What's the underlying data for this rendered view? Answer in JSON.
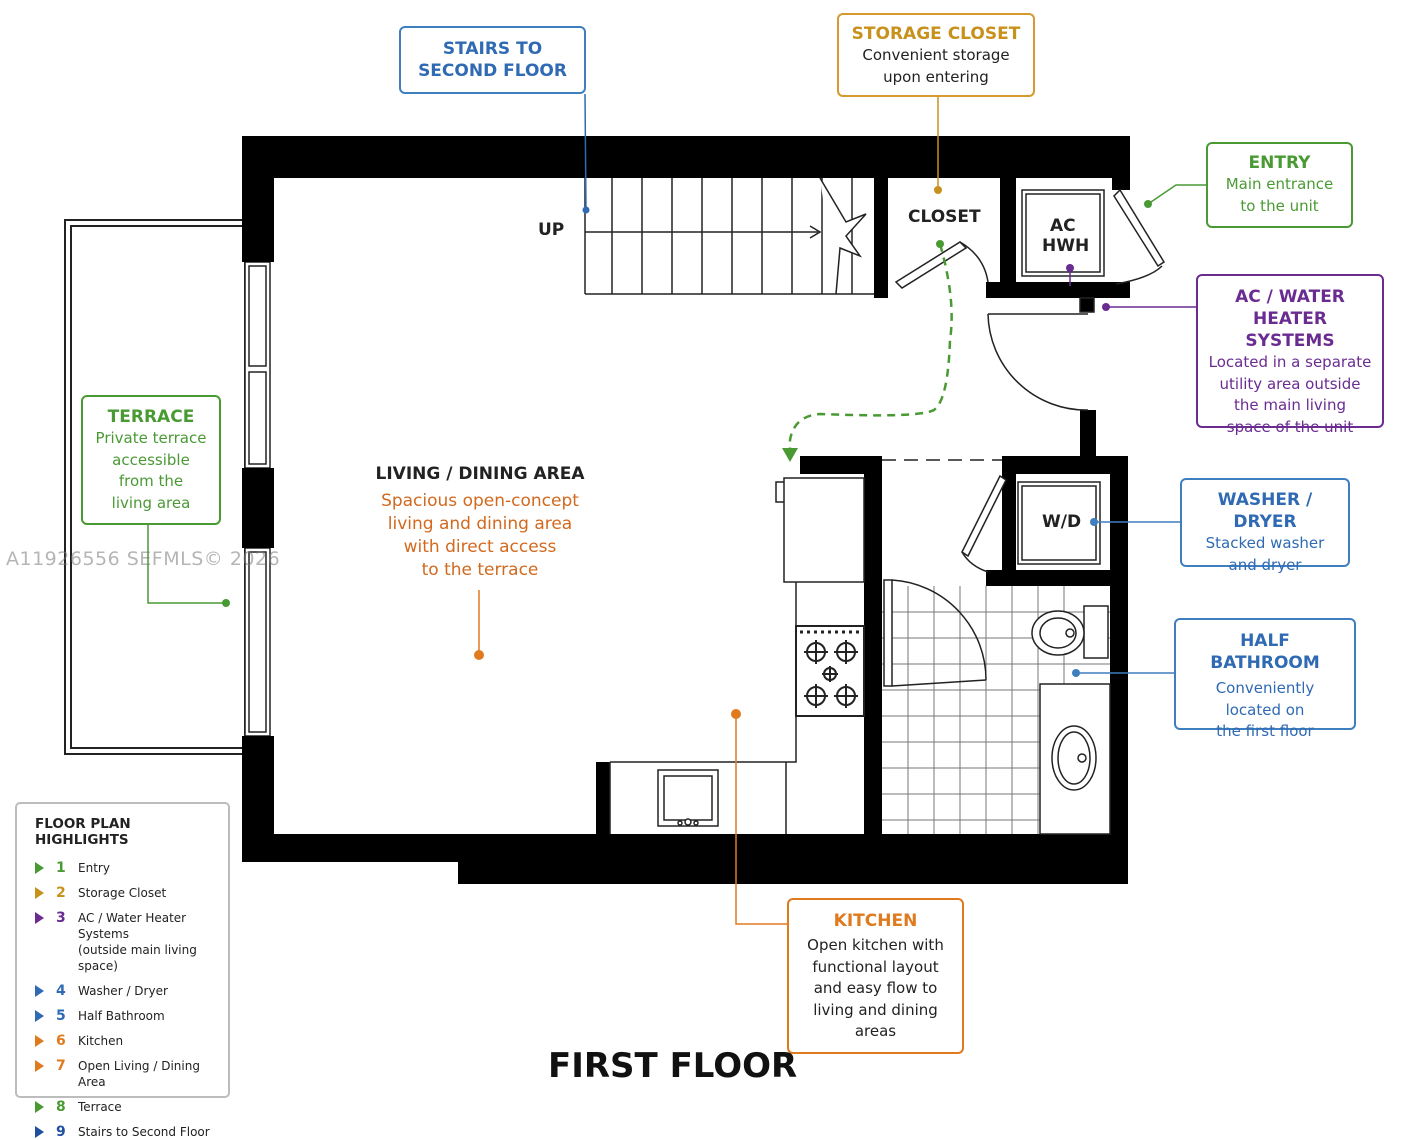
{
  "colors": {
    "green": "#4a9a34",
    "orange": "#e07a1f",
    "gold": "#c8911c",
    "purple": "#6a2c91",
    "blue": "#2f6ab3",
    "wall": "#000000"
  },
  "watermark": "A11926556  SEFMLS© 2026",
  "floor_title": "FIRST FLOOR",
  "plan_labels": {
    "up": "UP",
    "closet": "CLOSET",
    "ac": "AC",
    "hwh": "HWH",
    "wd": "W/D"
  },
  "living": {
    "title": "LIVING / DINING AREA",
    "lines": [
      "Spacious open-concept",
      "living and dining area",
      "with direct access",
      "to the terrace"
    ]
  },
  "callouts": {
    "stairs": {
      "title_lines": [
        "STAIRS TO",
        "SECOND FLOOR"
      ]
    },
    "storage": {
      "title": "STORAGE CLOSET",
      "lines": [
        "Convenient storage",
        "upon entering"
      ]
    },
    "entry": {
      "title": "ENTRY",
      "lines": [
        "Main entrance",
        "to the unit"
      ]
    },
    "ac": {
      "title_lines": [
        "AC / WATER HEATER",
        "SYSTEMS"
      ],
      "lines": [
        "Located in a separate",
        "utility area outside",
        "the main living",
        "space of the unit"
      ]
    },
    "washer": {
      "title": "WASHER / DRYER",
      "lines": [
        "Stacked washer",
        "and dryer"
      ]
    },
    "bath": {
      "title": "HALF BATHROOM",
      "lines": [
        "Conveniently",
        "located on",
        "the first floor"
      ]
    },
    "terrace": {
      "title": "TERRACE",
      "lines": [
        "Private terrace",
        "accessible",
        "from the",
        "living area"
      ]
    },
    "kitchen": {
      "title": "KITCHEN",
      "lines": [
        "Open kitchen with",
        "functional layout",
        "and easy flow to",
        "living and dining",
        "areas"
      ]
    }
  },
  "legend": {
    "title": "FLOOR PLAN HIGHLIGHTS",
    "items": [
      {
        "num": "1",
        "label": "Entry",
        "sub": "",
        "color": "#4a9a34"
      },
      {
        "num": "2",
        "label": "Storage Closet",
        "sub": "",
        "color": "#c8911c"
      },
      {
        "num": "3",
        "label": "AC / Water Heater Systems",
        "sub": "(outside main living space)",
        "color": "#6a2c91"
      },
      {
        "num": "4",
        "label": "Washer / Dryer",
        "sub": "",
        "color": "#2f6ab3"
      },
      {
        "num": "5",
        "label": "Half Bathroom",
        "sub": "",
        "color": "#2f6ab3"
      },
      {
        "num": "6",
        "label": "Kitchen",
        "sub": "",
        "color": "#e07a1f"
      },
      {
        "num": "7",
        "label": "Open Living / Dining Area",
        "sub": "",
        "color": "#e07a1f"
      },
      {
        "num": "8",
        "label": "Terrace",
        "sub": "",
        "color": "#4a9a34"
      },
      {
        "num": "9",
        "label": "Stairs to Second Floor",
        "sub": "",
        "color": "#1f4fa0"
      }
    ]
  }
}
